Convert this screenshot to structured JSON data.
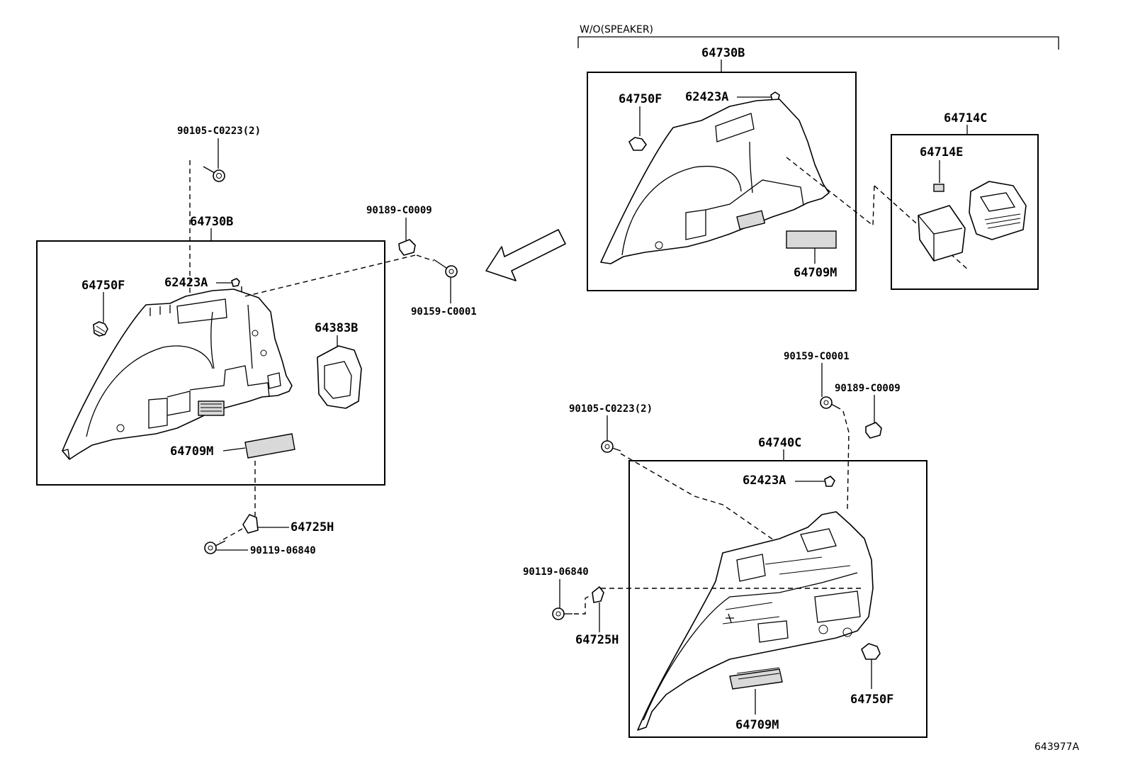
{
  "diagram": {
    "variant_note": "W/O(SPEAKER)",
    "figure_code": "643977A",
    "left_assembly": {
      "frame_label": "64730B",
      "labels": {
        "screw_top": "90105-C0223(2)",
        "clip": "64750F",
        "hook": "62423A",
        "cover": "64383B",
        "plate": "64709M",
        "bracket": "64725H",
        "screw_bottom": "90119-06840"
      }
    },
    "middle_fasteners": {
      "nut": "90189-C0009",
      "screw": "90159-C0001"
    },
    "speaker_variant": {
      "frame_label": "64730B",
      "labels": {
        "clip": "64750F",
        "hook": "62423A",
        "plate": "64709M"
      },
      "pocket": {
        "frame_label": "64714C",
        "inner_label": "64714E"
      }
    },
    "lower_right_assembly": {
      "frame_label": "64740C",
      "labels": {
        "screw_top": "90159-C0001",
        "nut": "90189-C0009",
        "screw_left": "90105-C0223(2)",
        "hook": "62423A",
        "screw_bottom": "90119-06840",
        "bracket": "64725H",
        "clip": "64750F",
        "plate": "64709M"
      }
    }
  }
}
